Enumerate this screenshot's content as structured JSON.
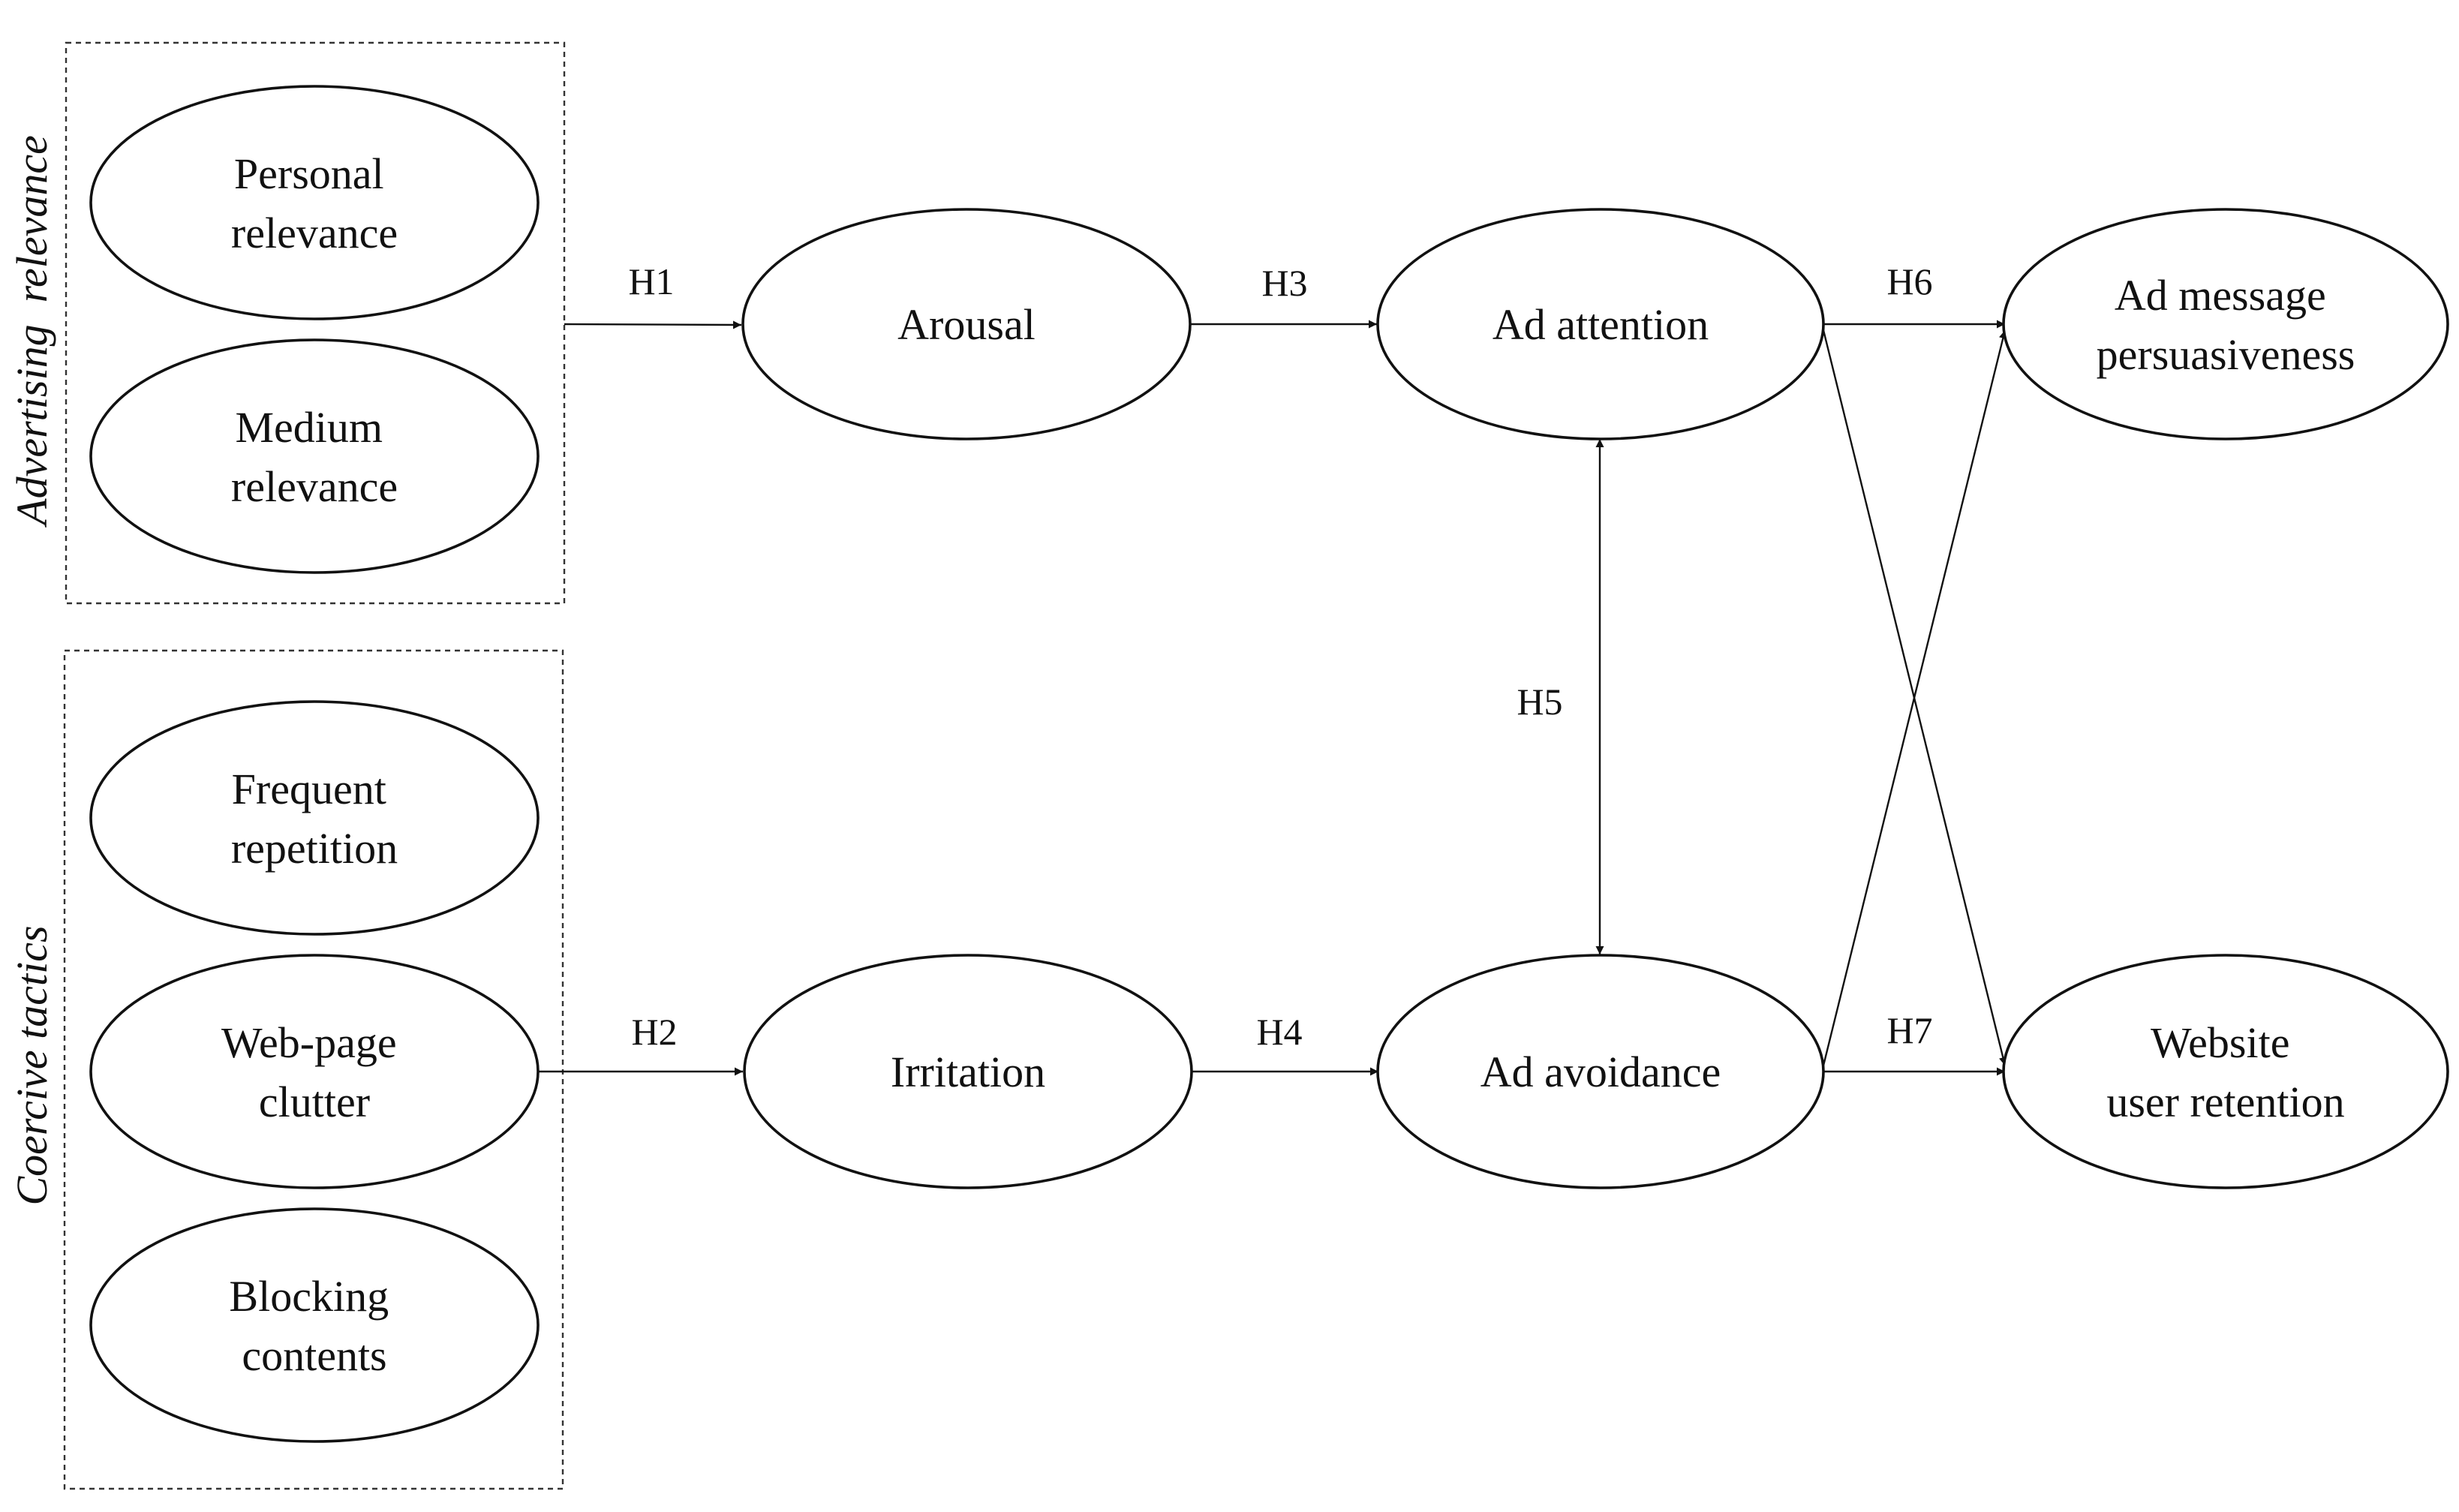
{
  "groups": {
    "advertising_relevance": "Advertising  relevance",
    "coercive_tactics": "Coercive tactics"
  },
  "nodes": {
    "personal_relevance": [
      "Personal",
      "relevance"
    ],
    "medium_relevance": [
      "Medium",
      "relevance"
    ],
    "frequent_repetition": [
      "Frequent",
      "repetition"
    ],
    "web_page_clutter": [
      "Web-page",
      "clutter"
    ],
    "blocking_contents": [
      "Blocking",
      "contents"
    ],
    "arousal": [
      "Arousal"
    ],
    "irritation": [
      "Irritation"
    ],
    "ad_attention": [
      "Ad attention"
    ],
    "ad_avoidance": [
      "Ad avoidance"
    ],
    "ad_message_persuasiveness": [
      "Ad message",
      "persuasiveness"
    ],
    "website_user_retention": [
      "Website",
      "user retention"
    ]
  },
  "hypotheses": {
    "h1": "H1",
    "h2": "H2",
    "h3": "H3",
    "h4": "H4",
    "h5": "H5",
    "h6": "H6",
    "h7": "H7"
  },
  "colors": {
    "stroke": "#111111",
    "background": "#ffffff"
  }
}
